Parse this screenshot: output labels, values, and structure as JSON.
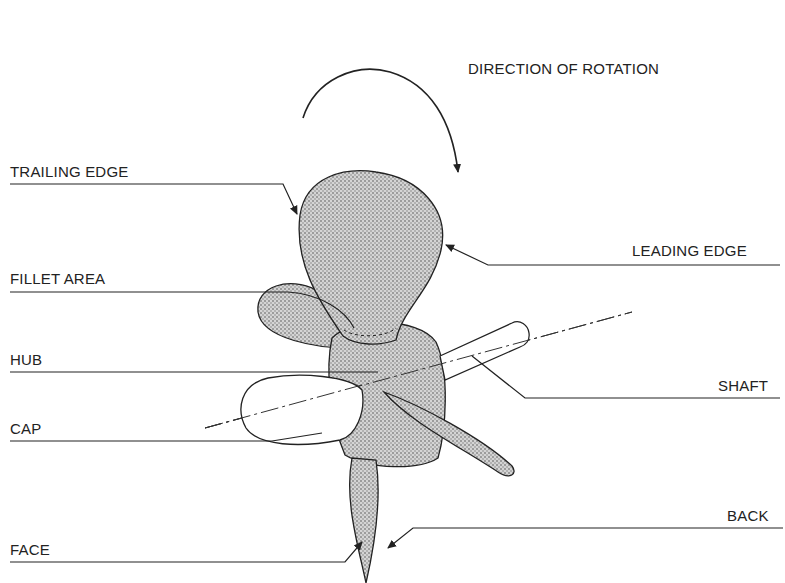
{
  "diagram": {
    "labels": [
      "DIRECTION OF ROTATION",
      "TRAILING EDGE",
      "LEADING EDGE",
      "FILLET AREA",
      "HUB",
      "SHAFT",
      "CAP",
      "BACK",
      "FACE"
    ]
  }
}
